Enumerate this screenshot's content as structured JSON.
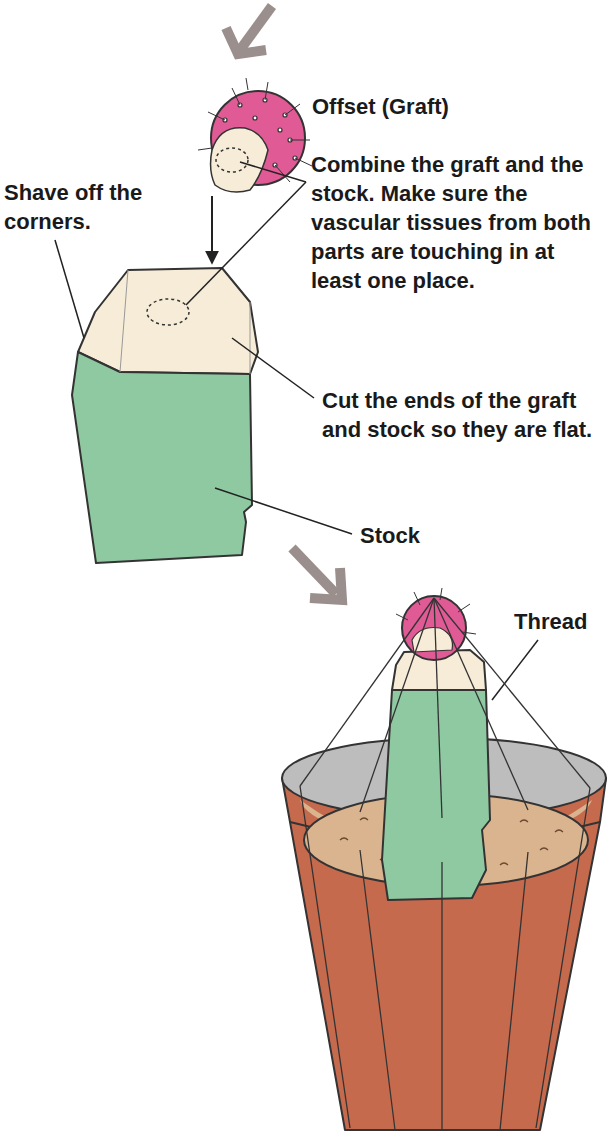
{
  "diagram": {
    "labels": [
      "Offset (Graft)",
      "Combine the graft and the stock. Make sure the vascular tissues from both parts are touching in at least one place.",
      "Shave off the corners.",
      "Cut the ends of the graft and stock so they are flat.",
      "Stock",
      "Thread"
    ]
  }
}
